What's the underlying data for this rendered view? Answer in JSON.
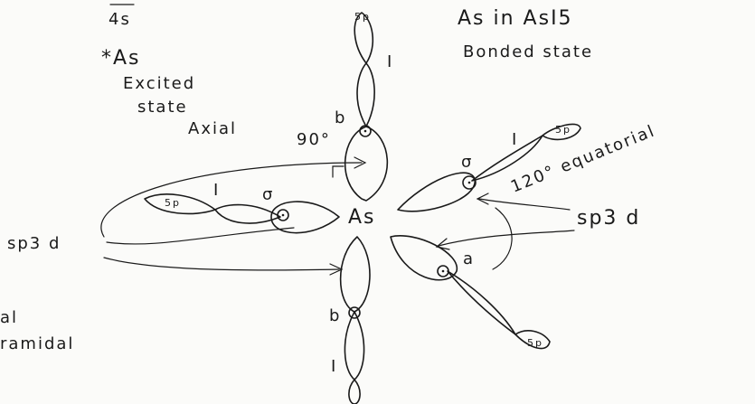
{
  "labels": {
    "top_left_line1": "4s",
    "top_left_line2": "*As",
    "top_left_line3": "Excited",
    "top_left_line4": "state",
    "axial_label": "Axial",
    "angle_90": "90°",
    "title_line1": "As in AsI5",
    "title_line2": "Bonded state",
    "center_atom": "As",
    "angle_120_equatorial": "120° equatorial",
    "hybrid_right": "sp3 d",
    "hybrid_left": "sp3 d",
    "partial_left_1": "al",
    "partial_left_2": "ramidal",
    "orbital_5p": "5p",
    "ligand_I": "I",
    "sigma": "σ",
    "bond_b": "b",
    "bond_a": "a"
  }
}
